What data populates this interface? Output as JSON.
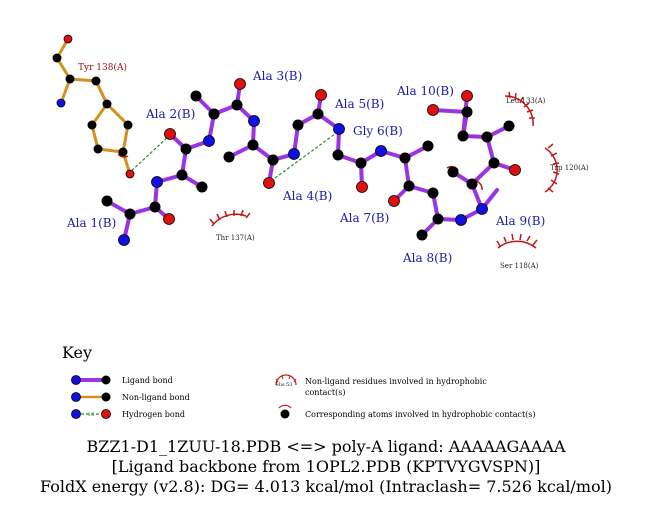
{
  "ligand_residues": [
    "Ala 1(B)",
    "Ala 2(B)",
    "Ala 3(B)",
    "Ala 4(B)",
    "Ala 5(B)",
    "Gly 6(B)",
    "Ala 7(B)",
    "Ala 8(B)",
    "Ala 9(B)",
    "Ala 10(B)"
  ],
  "bonded_residue": "Tyr 138(A)",
  "hydrophobic_residues": [
    "Leu 133(A)",
    "Trp 120(A)",
    "Thr 137(A)",
    "Ser 118(A)"
  ],
  "key": {
    "title": "Key",
    "ligand_bond": "Ligand bond",
    "non_ligand_bond": "Non-ligand bond",
    "hydrogen_bond": "Hydrogen bond",
    "hb_length": "3.0",
    "hydrophobic_residue_example": "His 53",
    "hydrophobic_residues_line1": "Non-ligand residues involved in hydrophobic",
    "hydrophobic_residues_line2": "contact(s)",
    "hydrophobic_atoms": "Corresponding atoms involved in hydrophobic contact(s)"
  },
  "caption": {
    "line1": "BZZ1-D1_1ZUU-18.PDB <=> poly-A ligand: AAAAAGAAAA",
    "line2": "[Ligand backbone from 1OPL2.PDB (KPTVYGVSPN)]",
    "line3": "FoldX energy (v2.8): DG= 4.013 kcal/mol (Intraclash= 7.526 kcal/mol)"
  },
  "colors": {
    "ligand_bond": "#9a33e0",
    "non_ligand_bond": "#d4901a",
    "hydrogen_bond": "#2a8a2a",
    "carbon": "#000000",
    "nitrogen": "#1010e0",
    "oxygen": "#e01010",
    "hydrophobic_arc": "#c01818"
  }
}
